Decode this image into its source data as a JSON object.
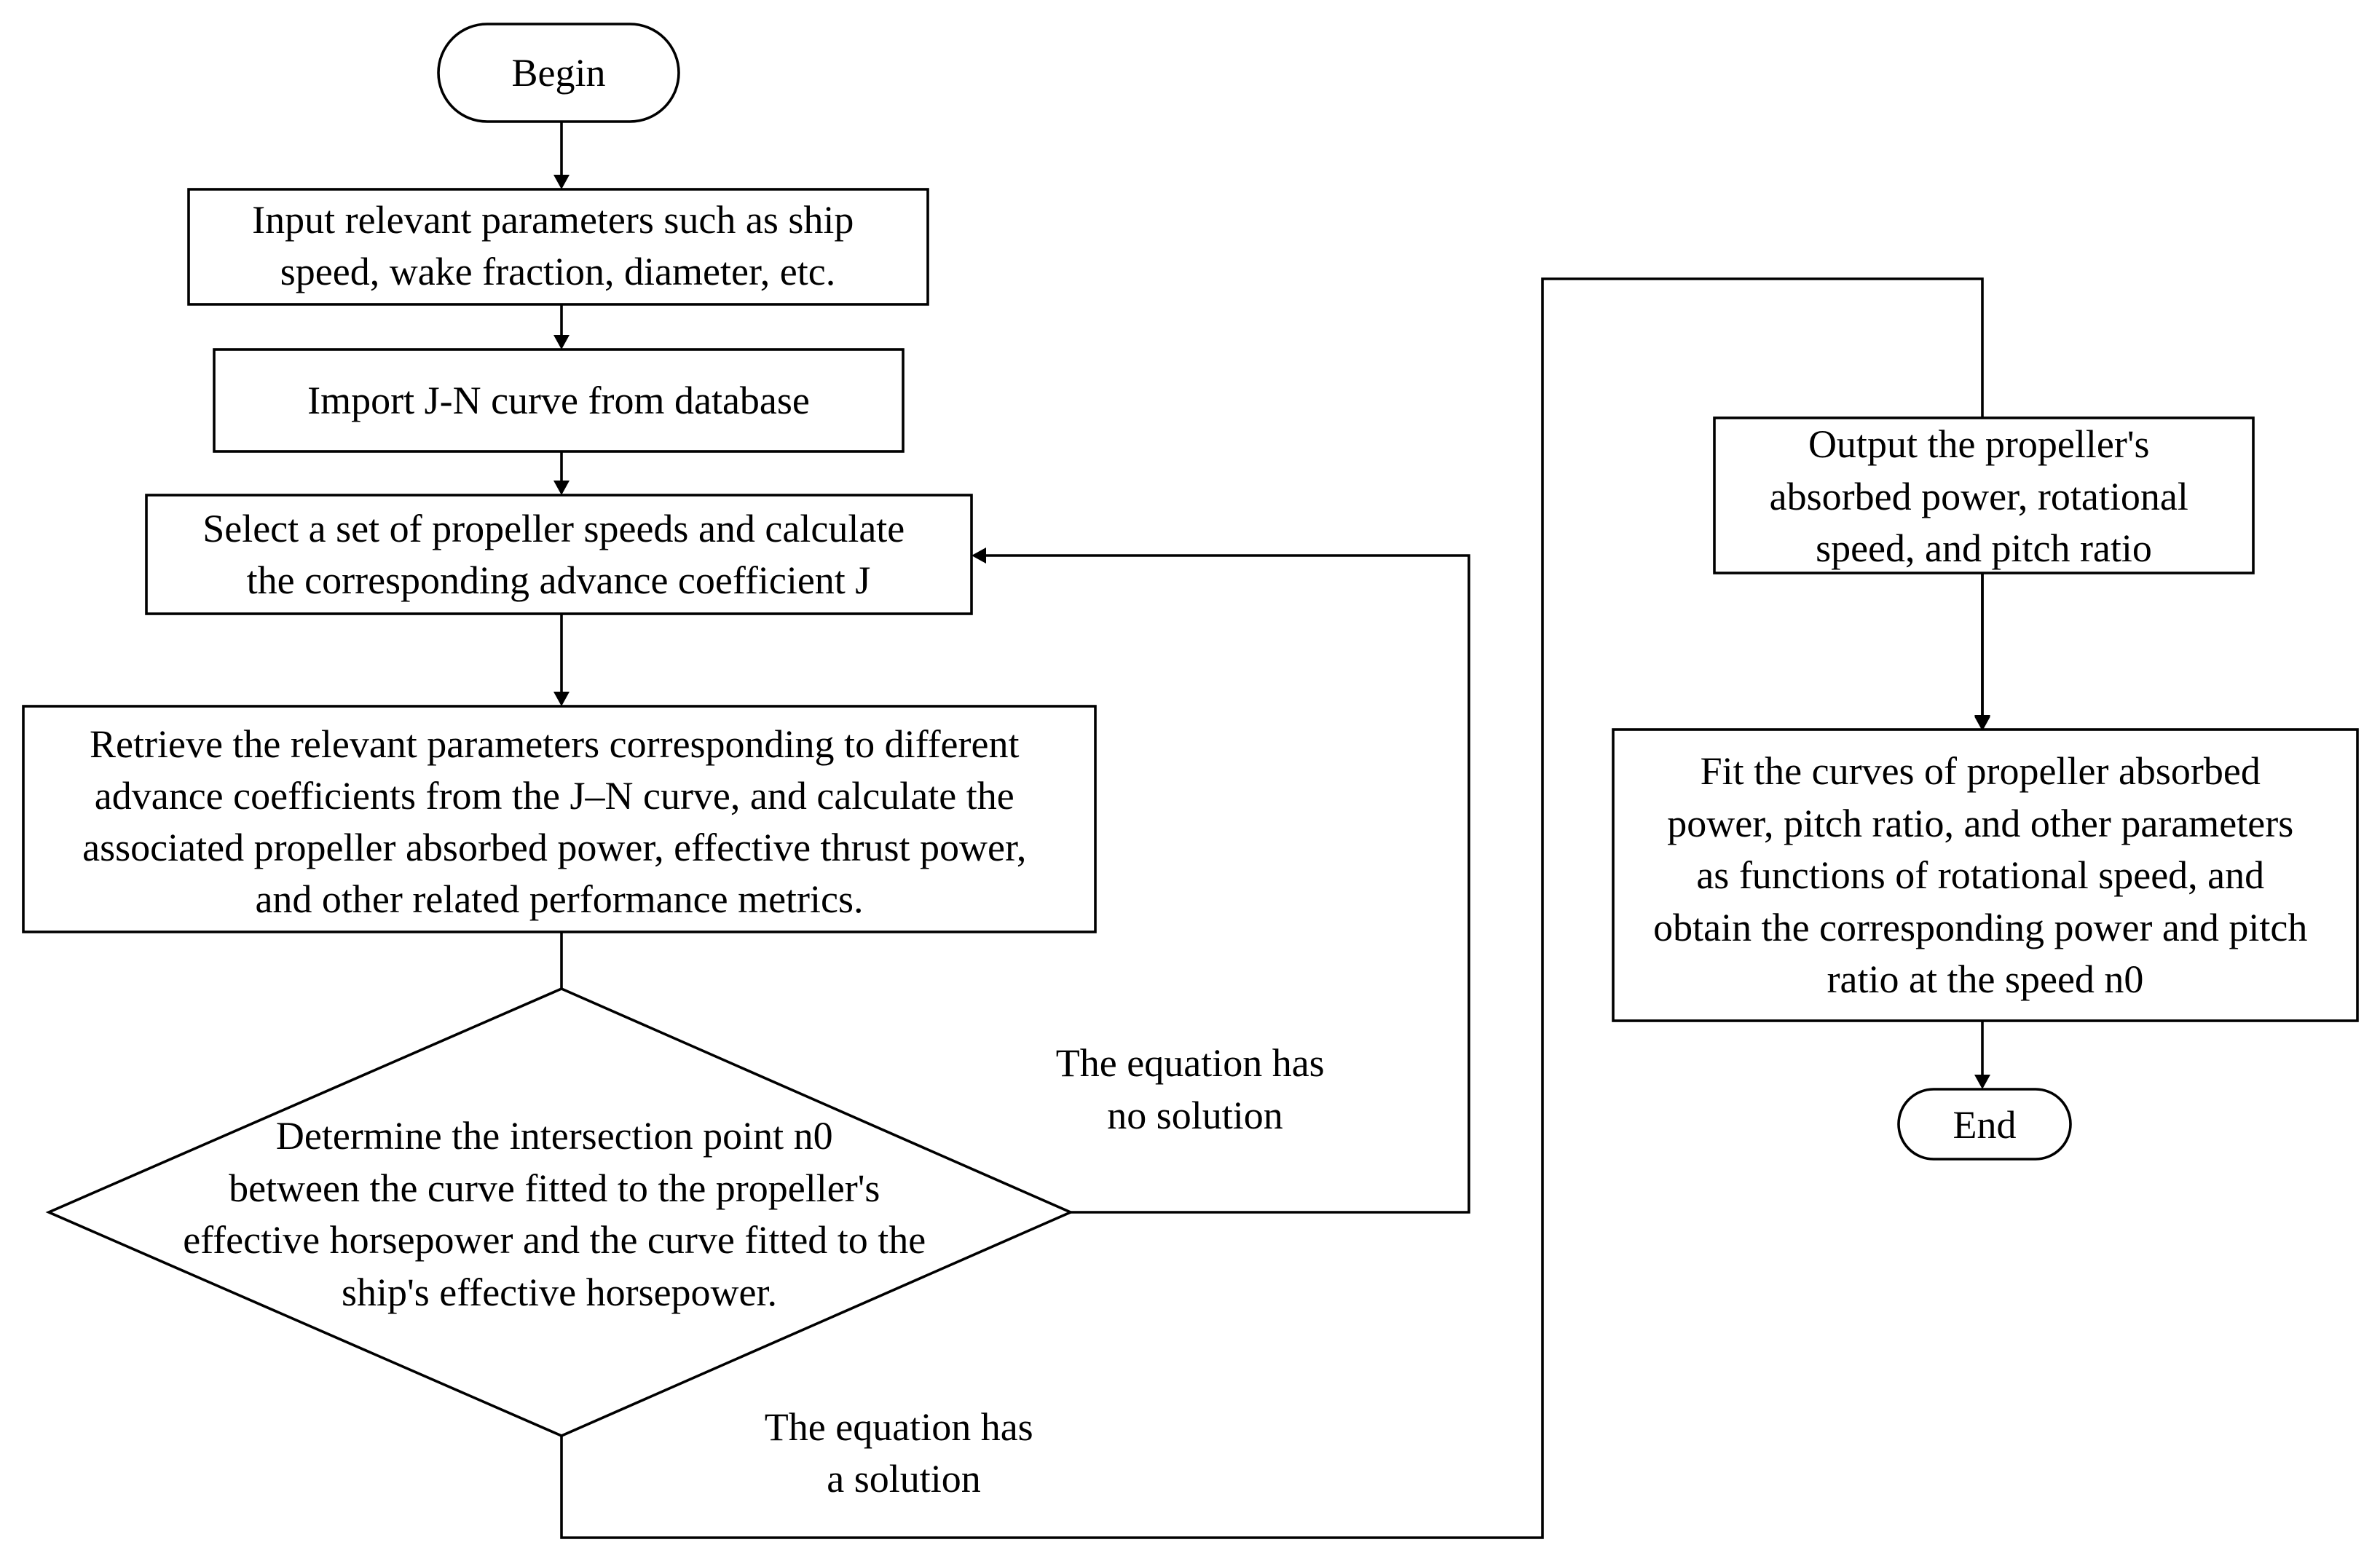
{
  "nodes": {
    "begin": {
      "lines": [
        "Begin"
      ]
    },
    "input_params": {
      "lines": [
        "Input relevant parameters such as ship",
        "speed, wake fraction, diameter, etc."
      ]
    },
    "import_curve": {
      "lines": [
        "Import J-N curve from database"
      ]
    },
    "select_speeds": {
      "lines": [
        "Select a set of propeller speeds and calculate",
        "the corresponding advance coefficient J"
      ]
    },
    "retrieve_params": {
      "lines": [
        "Retrieve the relevant parameters corresponding to different",
        "advance coefficients from the J–N curve, and calculate the",
        "associated propeller absorbed power, effective thrust power,",
        "and other related performance metrics."
      ]
    },
    "determine_intersection": {
      "lines": [
        "Determine the intersection point n0",
        "between the curve fitted to the propeller's",
        "effective horsepower and the curve fitted to the",
        "ship's effective horsepower."
      ]
    },
    "output_results": {
      "lines": [
        "Output the propeller's",
        "absorbed power, rotational",
        "speed, and pitch ratio"
      ]
    },
    "fit_curves": {
      "lines": [
        "Fit the curves of propeller absorbed",
        "power, pitch ratio, and other parameters",
        "as functions of rotational speed, and",
        "obtain the corresponding power and pitch",
        "ratio at the speed n0"
      ]
    },
    "end": {
      "lines": [
        "End"
      ]
    }
  },
  "edge_labels": {
    "no_solution": {
      "lines": [
        "The equation has",
        "no solution"
      ]
    },
    "has_solution": {
      "lines": [
        "The equation has",
        "a solution"
      ]
    }
  }
}
